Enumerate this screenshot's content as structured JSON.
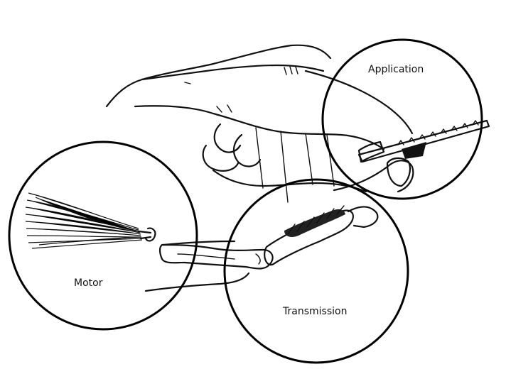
{
  "labels": {
    "application": "Application",
    "motor": "Motor",
    "transmission": "Transmission"
  },
  "colors": {
    "ink": "#111111",
    "background": "#ffffff"
  }
}
